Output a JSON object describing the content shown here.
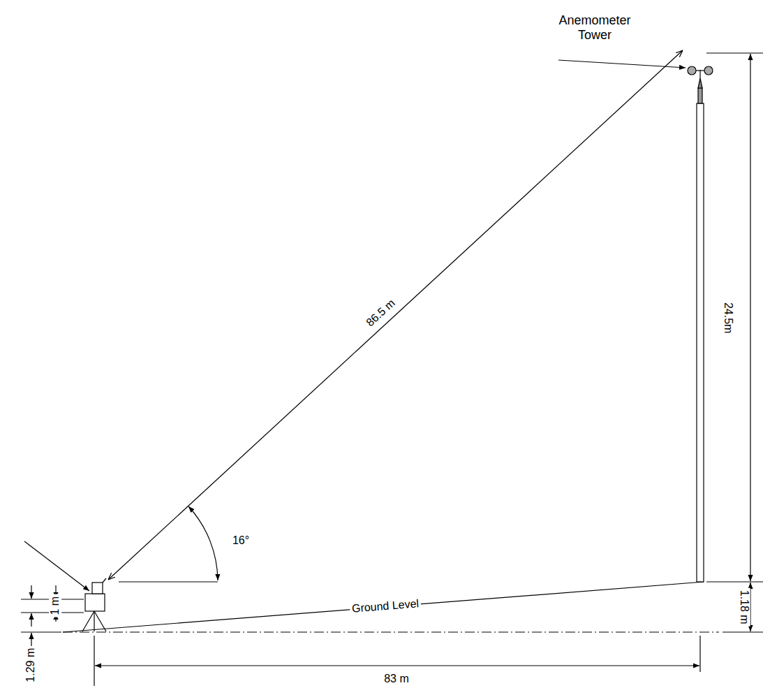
{
  "diagram": {
    "labels": [
      "Anemometer Tower",
      "86.5 m",
      "24.5m",
      "16°",
      "Ground Level",
      "1 m",
      "1.18 m",
      "1.29 m",
      "83 m"
    ]
  }
}
